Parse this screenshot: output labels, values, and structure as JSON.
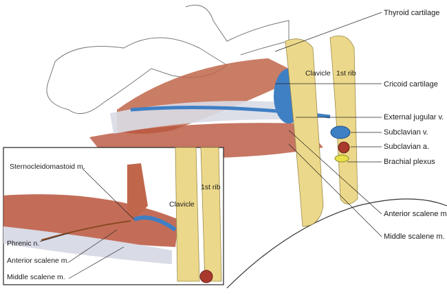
{
  "main_labels": {
    "thyroid_cartilage": "Thyroid cartilage",
    "cricoid_cartilage": "Cricoid cartilage",
    "external_jugular": "External jugular v.",
    "subclavian_vein": "Subclavian v.",
    "subclavian_artery": "Subclavian a.",
    "brachial_plexus": "Brachial plexus",
    "anterior_scalene": "Anterior scalene m.",
    "middle_scalene": "Middle scalene m.",
    "clavicle": "Clavicle",
    "first_rib": "1st rib"
  },
  "inset_labels": {
    "sternocleidomastoid": "Sternocleidomastoid m.",
    "first_rib": "1st rib",
    "clavicle": "Clavicle",
    "phrenic_nerve": "Phrenic n.",
    "anterior_scalene": "Anterior scalene m.",
    "middle_scalene": "Middle scalene m."
  },
  "colors": {
    "bone": "#ecd88a",
    "muscle": "#c0664a",
    "vein": "#3f7fc4",
    "artery": "#a8392c",
    "nerve": "#e8e04a"
  }
}
